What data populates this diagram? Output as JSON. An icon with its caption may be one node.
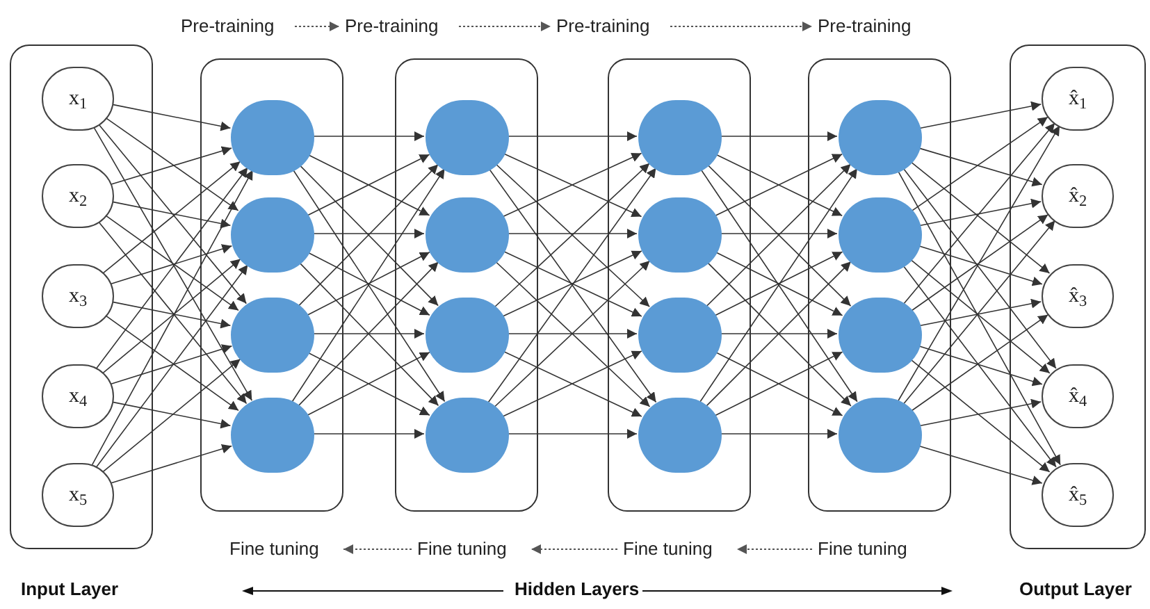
{
  "diagram": {
    "nodes": [
      {
        "text": [],
        "shape": "box"
      },
      {
        "text": [
          "x$_{1}$"
        ],
        "in": 0
      },
      {
        "text": [
          "x$_{2}$"
        ],
        "in": 0
      },
      {
        "text": [
          "x$_{3}$"
        ],
        "in": 0
      },
      {
        "text": [
          "x$_{4}$"
        ],
        "in": 0
      },
      {
        "text": [
          "x$_{5}$"
        ],
        "in": 0
      },
      {
        "text": [],
        "shape": "box"
      },
      {
        "text": [],
        "shape": "circle",
        "in": 6
      },
      {
        "text": [],
        "shape": "circle",
        "in": 6
      },
      {
        "text": [],
        "shape": "circle",
        "in": 6
      },
      {
        "text": [],
        "shape": "circle",
        "in": 6
      },
      {
        "text": [],
        "shape": "box"
      },
      {
        "text": [],
        "shape": "circle",
        "in": 11
      },
      {
        "text": [],
        "shape": "circle",
        "in": 11
      },
      {
        "text": [],
        "shape": "circle",
        "in": 11
      },
      {
        "text": [],
        "shape": "circle",
        "in": 11
      },
      {
        "text": [],
        "shape": "box"
      },
      {
        "text": [],
        "shape": "circle",
        "in": 16
      },
      {
        "text": [],
        "shape": "circle",
        "in": 16
      },
      {
        "text": [],
        "shape": "circle",
        "in": 16
      },
      {
        "text": [],
        "shape": "circle",
        "in": 16
      },
      {
        "text": [],
        "shape": "box"
      },
      {
        "text": [],
        "shape": "circle",
        "in": 21
      },
      {
        "text": [],
        "shape": "circle",
        "in": 21
      },
      {
        "text": [],
        "shape": "circle",
        "in": 21
      },
      {
        "text": [],
        "shape": "circle",
        "in": 21
      },
      {
        "text": [],
        "shape": "box"
      },
      {
        "text": [
          "x̂$_{1}$"
        ],
        "in": 26
      },
      {
        "text": [
          "x̂$_{2}$"
        ],
        "in": 26
      },
      {
        "text": [
          "x̂$_{3}$"
        ],
        "in": 26
      },
      {
        "text": [
          "x̂$_{4}$"
        ],
        "in": 26
      },
      {
        "text": [
          "x̂$_{5}$"
        ],
        "in": 26
      },
      {
        "text": [
          "Pre-training"
        ]
      },
      {
        "text": [
          "Pre-training"
        ]
      },
      {
        "text": [
          "Pre-training"
        ]
      },
      {
        "text": [
          "Pre-training"
        ]
      },
      {
        "text": [
          "Fine tuning"
        ]
      },
      {
        "text": [
          "Fine tuning"
        ]
      },
      {
        "text": [
          "Fine tuning"
        ]
      },
      {
        "text": [
          "Fine tuning"
        ]
      }
    ],
    "edges": [
      {
        "from": 1,
        "to": 7,
        "arrow": "to"
      },
      {
        "from": 1,
        "to": 8,
        "arrow": "to"
      },
      {
        "from": 1,
        "to": 9,
        "arrow": "to"
      },
      {
        "from": 1,
        "to": 10,
        "arrow": "to"
      },
      {
        "from": 2,
        "to": 7,
        "arrow": "to"
      },
      {
        "from": 2,
        "to": 8,
        "arrow": "to"
      },
      {
        "from": 2,
        "to": 9,
        "arrow": "to"
      },
      {
        "from": 2,
        "to": 10,
        "arrow": "to"
      },
      {
        "from": 3,
        "to": 7,
        "arrow": "to"
      },
      {
        "from": 3,
        "to": 8,
        "arrow": "to"
      },
      {
        "from": 3,
        "to": 9,
        "arrow": "to"
      },
      {
        "from": 3,
        "to": 10,
        "arrow": "to"
      },
      {
        "from": 4,
        "to": 7,
        "arrow": "to"
      },
      {
        "from": 4,
        "to": 8,
        "arrow": "to"
      },
      {
        "from": 4,
        "to": 9,
        "arrow": "to"
      },
      {
        "from": 4,
        "to": 10,
        "arrow": "to"
      },
      {
        "from": 5,
        "to": 7,
        "arrow": "to"
      },
      {
        "from": 5,
        "to": 8,
        "arrow": "to"
      },
      {
        "from": 5,
        "to": 9,
        "arrow": "to"
      },
      {
        "from": 5,
        "to": 10,
        "arrow": "to"
      },
      {
        "from": 7,
        "to": 12,
        "arrow": "to"
      },
      {
        "from": 7,
        "to": 13,
        "arrow": "to"
      },
      {
        "from": 7,
        "to": 14,
        "arrow": "to"
      },
      {
        "from": 7,
        "to": 15,
        "arrow": "to"
      },
      {
        "from": 8,
        "to": 12,
        "arrow": "to"
      },
      {
        "from": 8,
        "to": 13,
        "arrow": "to"
      },
      {
        "from": 8,
        "to": 14,
        "arrow": "to"
      },
      {
        "from": 8,
        "to": 15,
        "arrow": "to"
      },
      {
        "from": 9,
        "to": 12,
        "arrow": "to"
      },
      {
        "from": 9,
        "to": 13,
        "arrow": "to"
      },
      {
        "from": 9,
        "to": 14,
        "arrow": "to"
      },
      {
        "from": 9,
        "to": 15,
        "arrow": "to"
      },
      {
        "from": 10,
        "to": 12,
        "arrow": "to"
      },
      {
        "from": 10,
        "to": 13,
        "arrow": "to"
      },
      {
        "from": 10,
        "to": 14,
        "arrow": "to"
      },
      {
        "from": 10,
        "to": 15,
        "arrow": "to"
      },
      {
        "from": 12,
        "to": 17,
        "arrow": "to"
      },
      {
        "from": 12,
        "to": 18,
        "arrow": "to"
      },
      {
        "from": 12,
        "to": 19,
        "arrow": "to"
      },
      {
        "from": 12,
        "to": 20,
        "arrow": "to"
      },
      {
        "from": 13,
        "to": 17,
        "arrow": "to"
      },
      {
        "from": 13,
        "to": 18,
        "arrow": "to"
      },
      {
        "from": 13,
        "to": 19,
        "arrow": "to"
      },
      {
        "from": 13,
        "to": 20,
        "arrow": "to"
      },
      {
        "from": 14,
        "to": 17,
        "arrow": "to"
      },
      {
        "from": 14,
        "to": 18,
        "arrow": "to"
      },
      {
        "from": 14,
        "to": 19,
        "arrow": "to"
      },
      {
        "from": 14,
        "to": 20,
        "arrow": "to"
      },
      {
        "from": 15,
        "to": 17,
        "arrow": "to"
      },
      {
        "from": 15,
        "to": 18,
        "arrow": "to"
      },
      {
        "from": 15,
        "to": 19,
        "arrow": "to"
      },
      {
        "from": 15,
        "to": 20,
        "arrow": "to"
      },
      {
        "from": 17,
        "to": 22,
        "arrow": "to"
      },
      {
        "from": 17,
        "to": 23,
        "arrow": "to"
      },
      {
        "from": 17,
        "to": 24,
        "arrow": "to"
      },
      {
        "from": 17,
        "to": 25,
        "arrow": "to"
      },
      {
        "from": 18,
        "to": 22,
        "arrow": "to"
      },
      {
        "from": 18,
        "to": 23,
        "arrow": "to"
      },
      {
        "from": 18,
        "to": 24,
        "arrow": "to"
      },
      {
        "from": 18,
        "to": 25,
        "arrow": "to"
      },
      {
        "from": 19,
        "to": 22,
        "arrow": "to"
      },
      {
        "from": 19,
        "to": 23,
        "arrow": "to"
      },
      {
        "from": 19,
        "to": 24,
        "arrow": "to"
      },
      {
        "from": 19,
        "to": 25,
        "arrow": "to"
      },
      {
        "from": 20,
        "to": 22,
        "arrow": "to"
      },
      {
        "from": 20,
        "to": 23,
        "arrow": "to"
      },
      {
        "from": 20,
        "to": 24,
        "arrow": "to"
      },
      {
        "from": 20,
        "to": 25,
        "arrow": "to"
      },
      {
        "from": 22,
        "to": 27,
        "arrow": "to"
      },
      {
        "from": 22,
        "to": 28,
        "arrow": "to"
      },
      {
        "from": 22,
        "to": 29,
        "arrow": "to"
      },
      {
        "from": 22,
        "to": 30,
        "arrow": "to"
      },
      {
        "from": 22,
        "to": 31,
        "arrow": "to"
      },
      {
        "from": 23,
        "to": 27,
        "arrow": "to"
      },
      {
        "from": 23,
        "to": 28,
        "arrow": "to"
      },
      {
        "from": 23,
        "to": 29,
        "arrow": "to"
      },
      {
        "from": 23,
        "to": 30,
        "arrow": "to"
      },
      {
        "from": 23,
        "to": 31,
        "arrow": "to"
      },
      {
        "from": 24,
        "to": 27,
        "arrow": "to"
      },
      {
        "from": 24,
        "to": 28,
        "arrow": "to"
      },
      {
        "from": 24,
        "to": 29,
        "arrow": "to"
      },
      {
        "from": 24,
        "to": 30,
        "arrow": "to"
      },
      {
        "from": 24,
        "to": 31,
        "arrow": "to"
      },
      {
        "from": 25,
        "to": 27,
        "arrow": "to"
      },
      {
        "from": 25,
        "to": 28,
        "arrow": "to"
      },
      {
        "from": 25,
        "to": 29,
        "arrow": "to"
      },
      {
        "from": 25,
        "to": 30,
        "arrow": "to"
      },
      {
        "from": 25,
        "to": 31,
        "arrow": "to"
      },
      {
        "from": 32,
        "to": 33,
        "arrow": "to",
        "style": "dashed"
      },
      {
        "from": 33,
        "to": 34,
        "arrow": "to",
        "style": "dashed"
      },
      {
        "from": 34,
        "to": 35,
        "arrow": "to",
        "style": "dashed"
      },
      {
        "from": 39,
        "to": 38,
        "arrow": "to",
        "style": "dashed"
      },
      {
        "from": 38,
        "to": 37,
        "arrow": "to",
        "style": "dashed"
      },
      {
        "from": 37,
        "to": 36,
        "arrow": "to",
        "style": "dashed"
      }
    ],
    "labels": [
      "Input Layer",
      "Hidden Layers",
      "Output Layer"
    ]
  }
}
